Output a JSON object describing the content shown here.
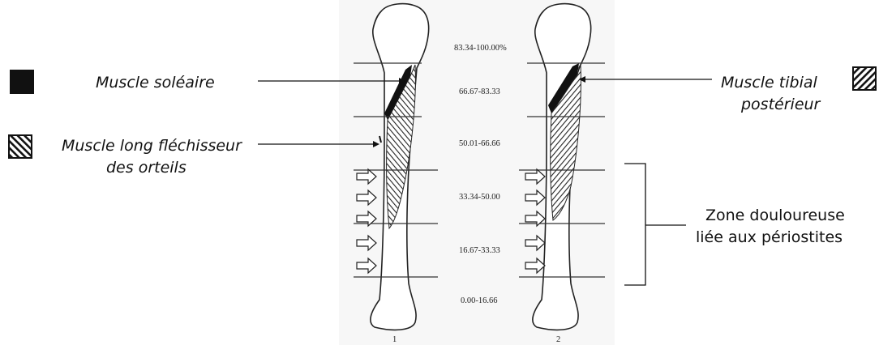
{
  "labels": {
    "soleus": "Muscle soléaire",
    "fdl_line1": "Muscle long fléchisseur",
    "fdl_line2": "des orteils",
    "tp_line1": "Muscle tibial",
    "tp_line2": "postérieur",
    "zone_line1": "Zone douloureuse",
    "zone_line2": "liée aux périostites"
  },
  "segments": [
    "83.34-100.00%",
    "66.67-83.33",
    "50.01-66.66",
    "33.34-50.00",
    "16.67-33.33",
    "0.00-16.66"
  ],
  "figure_numbers": [
    "1",
    "2"
  ],
  "legend": [
    {
      "name": "solid-black",
      "meaning": "soleus"
    },
    {
      "name": "diagonal-hatch-right",
      "meaning": "tibialis-posterior"
    },
    {
      "name": "diagonal-hatch-left",
      "meaning": "flexor-digitorum-longus"
    }
  ],
  "colors": {
    "ink": "#111111",
    "background": "#ffffff",
    "plate": "#f7f7f7"
  }
}
